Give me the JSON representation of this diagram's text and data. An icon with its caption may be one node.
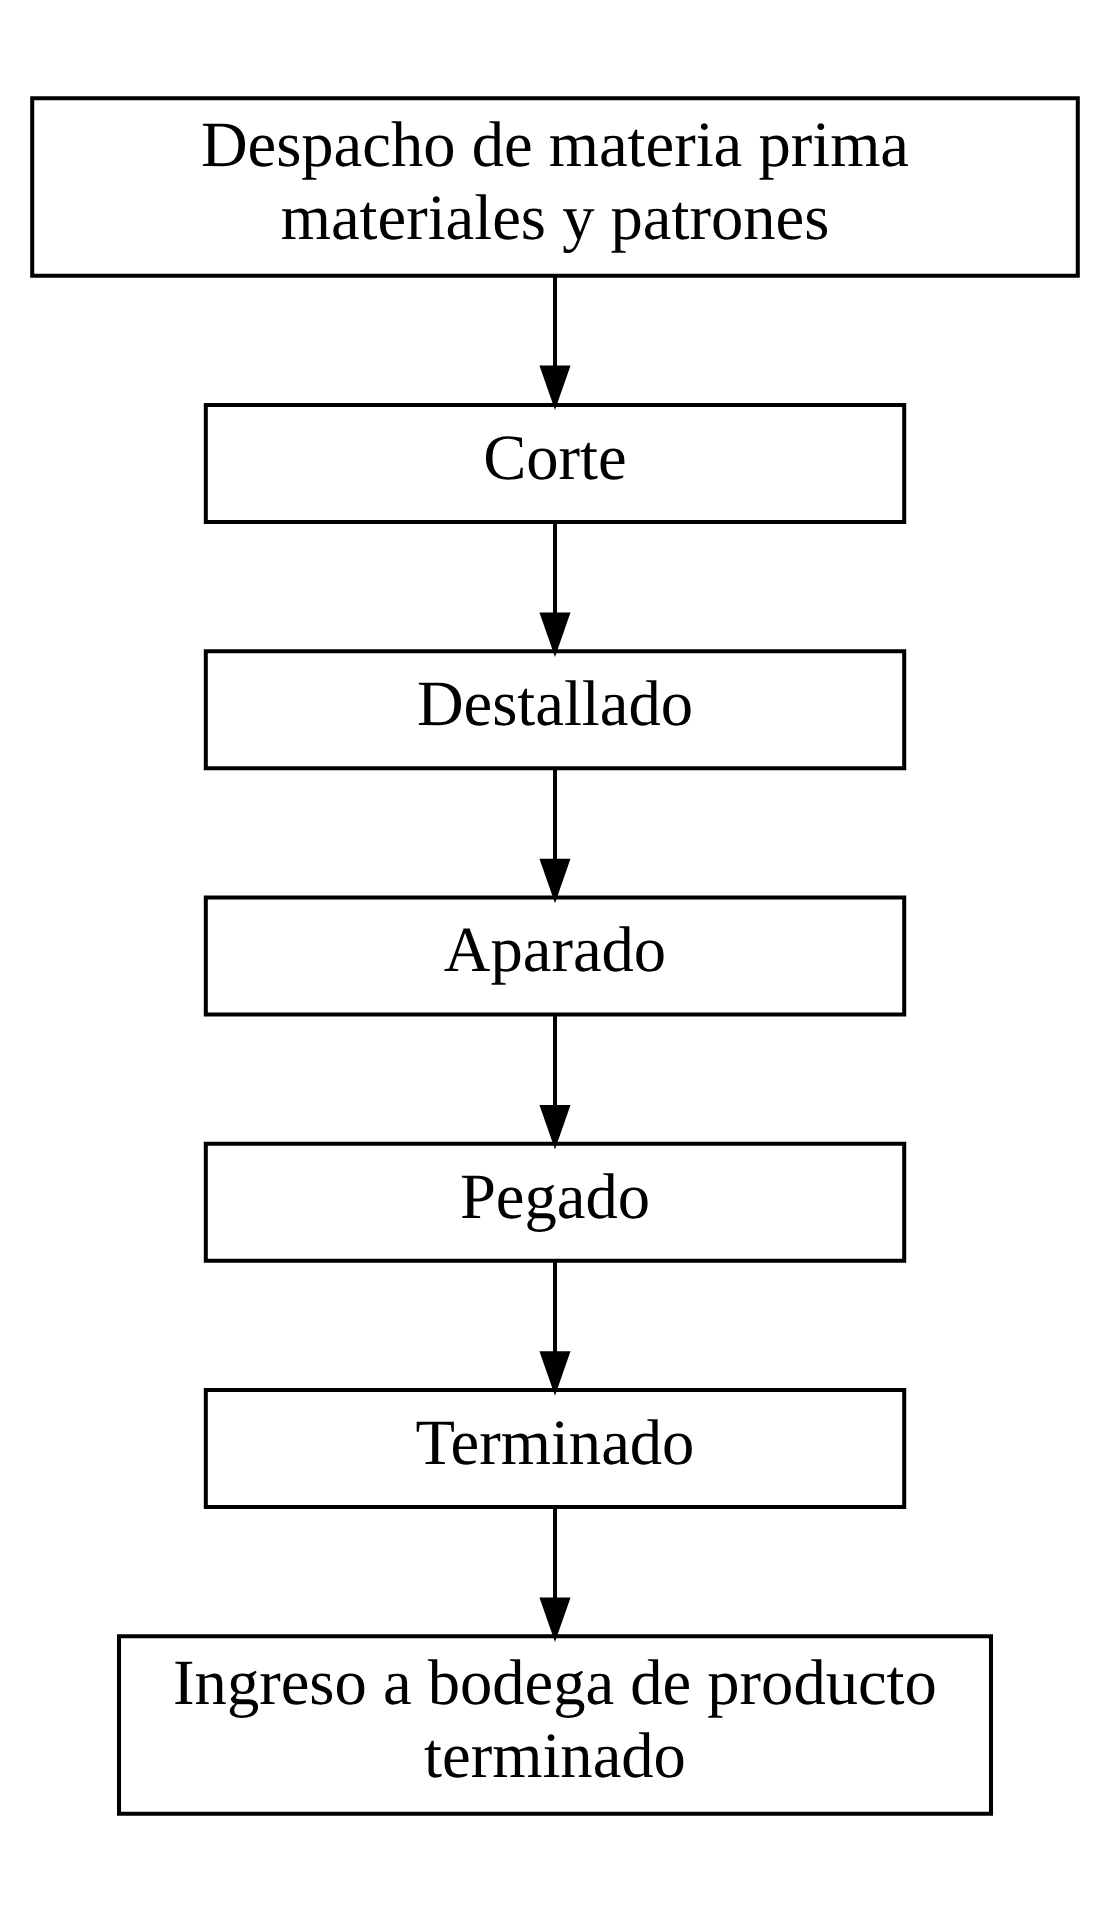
{
  "diagram": {
    "nodes": [
      {
        "text": [
          "Despacho de materia prima materiales y patrones"
        ]
      },
      {
        "text": [
          "Corte"
        ]
      },
      {
        "text": [
          "Destallado"
        ]
      },
      {
        "text": [
          "Aparado"
        ]
      },
      {
        "text": [
          "Pegado"
        ]
      },
      {
        "text": [
          "Terminado"
        ]
      },
      {
        "text": [
          "Ingreso a bodega de producto terminado"
        ]
      }
    ],
    "edges": [
      {
        "from": 0,
        "to": 1,
        "arrow": "to"
      },
      {
        "from": 1,
        "to": 2,
        "arrow": "to"
      },
      {
        "from": 2,
        "to": 3,
        "arrow": "to"
      },
      {
        "from": 3,
        "to": 4,
        "arrow": "to"
      },
      {
        "from": 4,
        "to": 5,
        "arrow": "to"
      },
      {
        "from": 5,
        "to": 6,
        "arrow": "to"
      }
    ]
  }
}
